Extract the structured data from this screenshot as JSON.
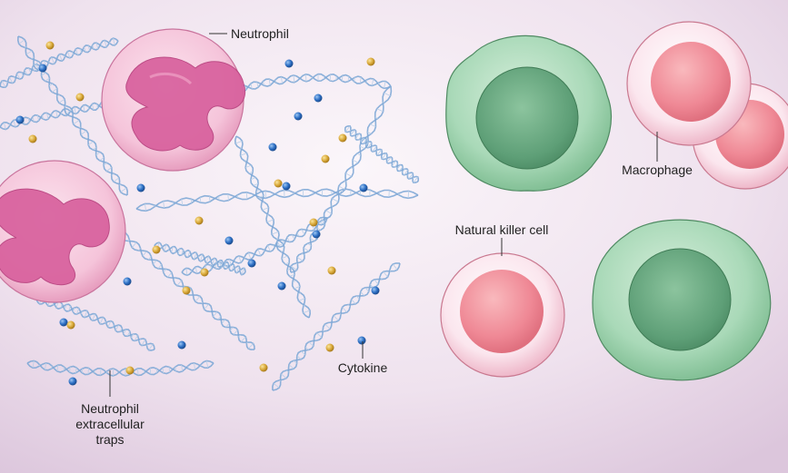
{
  "labels": {
    "neutrophil": "Neutrophil",
    "macrophage": "Macrophage",
    "natural_killer": "Natural killer cell",
    "cytokine": "Cytokine",
    "net_line1": "Neutrophil",
    "net_line2": "extracellular",
    "net_line3": "traps"
  },
  "colors": {
    "background": "#efe4ee",
    "neutrophil_membrane": "#f7cfe0",
    "neutrophil_nucleus": "#d8609d",
    "macrophage_body": "#a9d9b8",
    "macrophage_nucleus": "#5b9e74",
    "nk_membrane": "#f9d9e3",
    "nk_nucleus": "#ee7f8c",
    "dna_strand": "#7fa8d6",
    "cytokine_blue": "#2d6fc4",
    "cytokine_gold": "#d9a93a"
  },
  "icons": [
    "cytokine-blue-icon",
    "cytokine-gold-icon"
  ]
}
